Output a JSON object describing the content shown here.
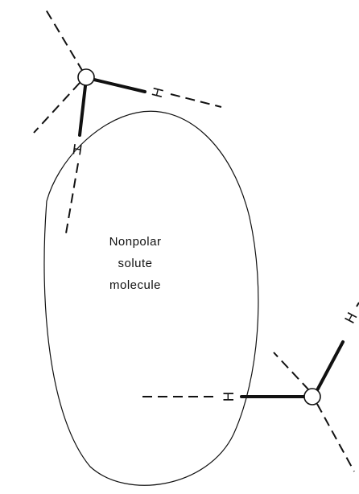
{
  "diagram": {
    "solute_label": {
      "line1": "Nonpolar",
      "line2": "solute",
      "line3": "molecule"
    },
    "water_top": {
      "hydrogen_right": "H",
      "hydrogen_down": "H"
    },
    "water_bottom": {
      "hydrogen_left": "H",
      "hydrogen_up": "H"
    },
    "colors": {
      "line": "#111111",
      "background": "#ffffff"
    }
  }
}
